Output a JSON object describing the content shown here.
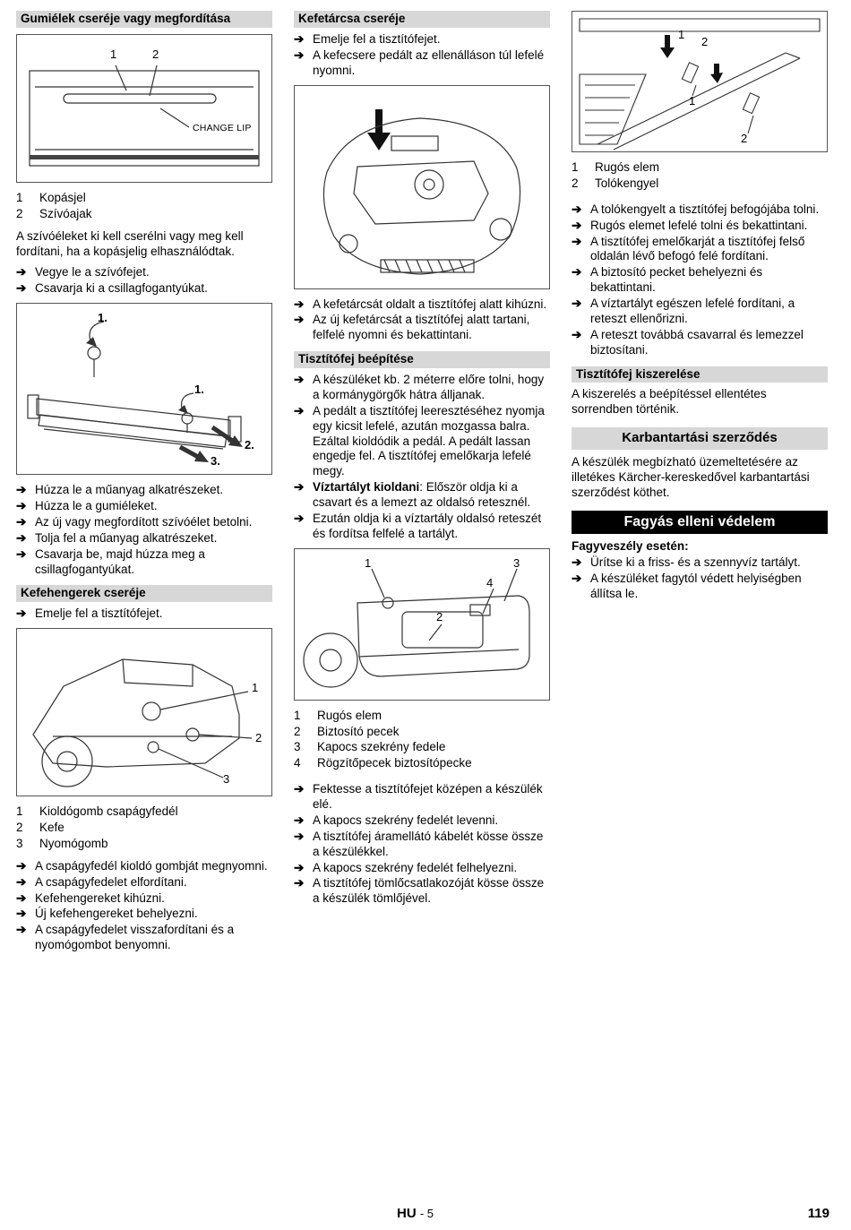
{
  "glyphs": {
    "step_arrow": "➔"
  },
  "col1": {
    "h_gumielek": "Gumiélek cseréje vagy megfordítása",
    "fig_lip": {
      "l1": "1",
      "l2": "2",
      "caption": "CHANGE LIP"
    },
    "list_kopasjel": [
      {
        "num": "1",
        "text": "Kopásjel"
      },
      {
        "num": "2",
        "text": "Szívóajak"
      }
    ],
    "para_szivoelek": "A szívóéleket ki kell cserélni vagy meg kell fordítani, ha a kopásjelig elhasználódtak.",
    "steps_a": [
      "Vegye le a szívófejet.",
      "Csavarja ki a csillagfogantyúkat."
    ],
    "fig_squeegee": {
      "l1a": "1.",
      "l1b": "1.",
      "l2": "2.",
      "l3": "3."
    },
    "steps_b": [
      "Húzza le a műanyag alkatrészeket.",
      "Húzza le a gumiéleket.",
      "Az új vagy megfordított szívóélet betolni.",
      "Tolja fel a műanyag alkatrészeket.",
      "Csavarja be, majd húzza meg a csillagfogantyúkat."
    ],
    "h_kefehengerek": "Kefehengerek cseréje",
    "steps_c": [
      "Emelje fel a tisztítófejet."
    ],
    "fig_roller": {
      "l1": "1",
      "l2": "2",
      "l3": "3"
    },
    "list_kioldo": [
      {
        "num": "1",
        "text": "Kioldógomb csapágyfedél"
      },
      {
        "num": "2",
        "text": "Kefe"
      },
      {
        "num": "3",
        "text": "Nyomógomb"
      }
    ],
    "steps_d": [
      "A csapágyfedél kioldó gombját megnyomni.",
      "A csapágyfedelet elfordítani.",
      "Kefehengereket kihúzni.",
      "Új kefehengereket behelyezni.",
      "A csapágyfedelet visszafordítani és a nyomógombot benyomni."
    ]
  },
  "col2": {
    "h_kefetarcsa": "Kefetárcsa cseréje",
    "steps_a": [
      "Emelje fel a tisztítófejet.",
      "A kefecsere pedált az ellenálláson túl lefelé nyomni."
    ],
    "steps_b": [
      "A kefetárcsát oldalt a tisztítófej alatt kihúzni.",
      "Az új kefetárcsát a tisztítófej alatt tartani, felfelé nyomni és bekattintani."
    ],
    "h_beepites": "Tisztítófej beépítése",
    "step_c1": "A készüléket kb. 2 méterre előre tolni, hogy a kormánygörgők hátra álljanak.",
    "step_c2": "A pedált a tisztítófej leeresztéséhez nyomja egy kicsit lefelé, azután mozgassa balra. Ezáltal kioldódik a pedál. A pedált lassan engedje fel. A tisztítófej emelőkarja lefelé megy.",
    "step_c3_bold": "Víztartályt kioldani",
    "step_c3_rest": ": Először oldja ki a csavart és a lemezt az oldalsó retesznél.",
    "step_c4": "Ezután oldja ki a víztartály oldalsó reteszét és fordítsa felfelé a tartályt.",
    "fig_tank": {
      "l1": "1",
      "l2": "2",
      "l3": "3",
      "l4": "4"
    },
    "list_rugos": [
      {
        "num": "1",
        "text": "Rugós elem"
      },
      {
        "num": "2",
        "text": "Biztosító pecek"
      },
      {
        "num": "3",
        "text": "Kapocs szekrény fedele"
      },
      {
        "num": "4",
        "text": "Rögzítőpecek biztosítópecke"
      }
    ],
    "steps_d": [
      "Fektesse a tisztítófejet középen a készülék elé.",
      "A kapocs szekrény fedelét levenni.",
      "A tisztítófej áramellátó kábelét kösse össze a készülékkel.",
      "A kapocs szekrény fedelét felhelyezni.",
      "A tisztítófej tömlőcsatlakozóját kösse össze a készülék tömlőjével."
    ]
  },
  "col3": {
    "fig_handle": {
      "l1a": "1",
      "l2a": "2",
      "l1b": "1",
      "l2b": "2"
    },
    "list_tolok": [
      {
        "num": "1",
        "text": "Rugós elem"
      },
      {
        "num": "2",
        "text": "Tolókengyel"
      }
    ],
    "steps_a": [
      "A tolókengyelt a tisztítófej befogójába tolni.",
      "Rugós elemet lefelé tolni és bekattintani.",
      "A tisztítófej emelőkarját a tisztítófej felső oldalán lévő befogó felé fordítani.",
      "A biztosító pecket behelyezni és bekattintani.",
      "A víztartályt egészen lefelé fordítani, a reteszt ellenőrizni.",
      "A reteszt továbbá csavarral és lemezzel biztosítani."
    ],
    "h_kiszereles": "Tisztítófej kiszerelése",
    "para_kiszereles": "A kiszerelés a beépítéssel ellentétes sorrendben történik.",
    "h_karbantartas": "Karbantartási szerződés",
    "para_karbantartas": "A készülék megbízható üzemeltetésére az illetékes Kärcher-kereskedővel karbantartási szerződést köthet.",
    "h_fagyas": "Fagyás elleni védelem",
    "label_fagyveszely": "Fagyveszély esetén:",
    "steps_b": [
      "Ürítse ki a friss- és a szennyvíz tartályt.",
      "A készüléket fagytól védett helyiségben állítsa le."
    ]
  },
  "footer": {
    "lang": "HU",
    "page_marker": "- 5",
    "page_number": "119"
  }
}
